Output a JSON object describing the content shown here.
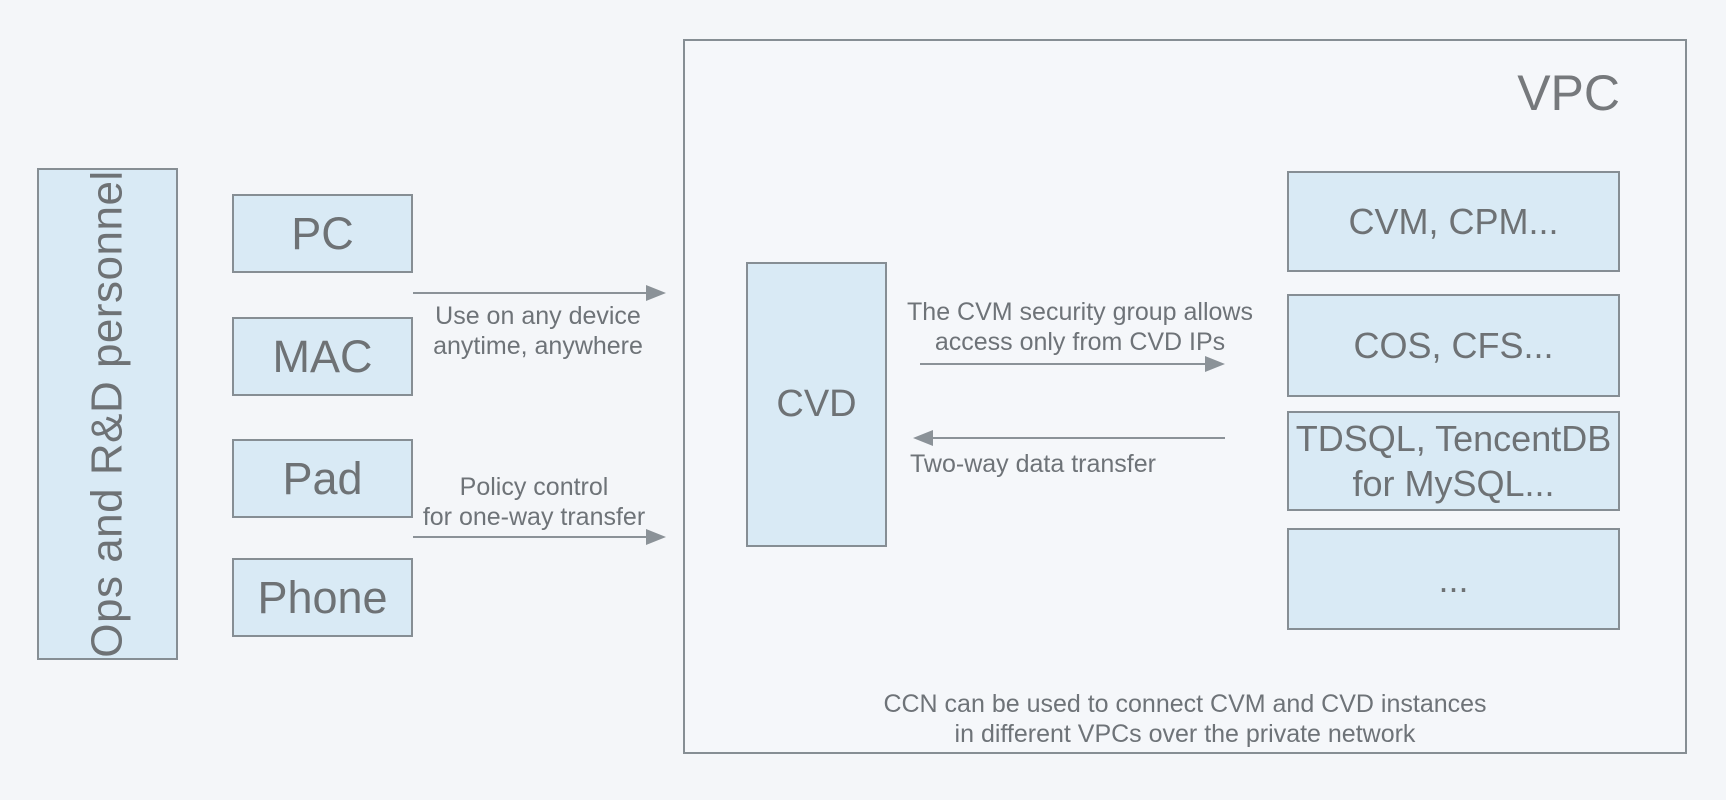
{
  "colors": {
    "page_background": "#f4f6f9",
    "box_fill": "#d9eaf5",
    "box_border": "#868e94",
    "label_text": "#6e7275",
    "arrow": "#8b9298"
  },
  "left_panel": {
    "label": "Ops and R&D personnel"
  },
  "devices": [
    {
      "id": "pc",
      "label": "PC"
    },
    {
      "id": "mac",
      "label": "MAC"
    },
    {
      "id": "pad",
      "label": "Pad"
    },
    {
      "id": "phone",
      "label": "Phone"
    }
  ],
  "flows": [
    {
      "id": "use-on-any-device",
      "direction": "right",
      "label": "Use on any device\nanytime, anywhere"
    },
    {
      "id": "policy-control",
      "direction": "right",
      "label": "Policy control\nfor one-way transfer"
    },
    {
      "id": "cvm-security-group",
      "direction": "right",
      "label": "The CVM security group allows\naccess only from CVD IPs"
    },
    {
      "id": "two-way-transfer",
      "direction": "left",
      "label": "Two-way data transfer"
    }
  ],
  "vpc": {
    "label": "VPC",
    "cvd": {
      "label": "CVD"
    },
    "services": [
      {
        "label": "CVM, CPM..."
      },
      {
        "label": "COS, CFS..."
      },
      {
        "label": "TDSQL, TencentDB\nfor MySQL..."
      },
      {
        "label": "..."
      }
    ],
    "note": "CCN can be used to connect CVM and CVD instances\nin different VPCs over the private network"
  }
}
